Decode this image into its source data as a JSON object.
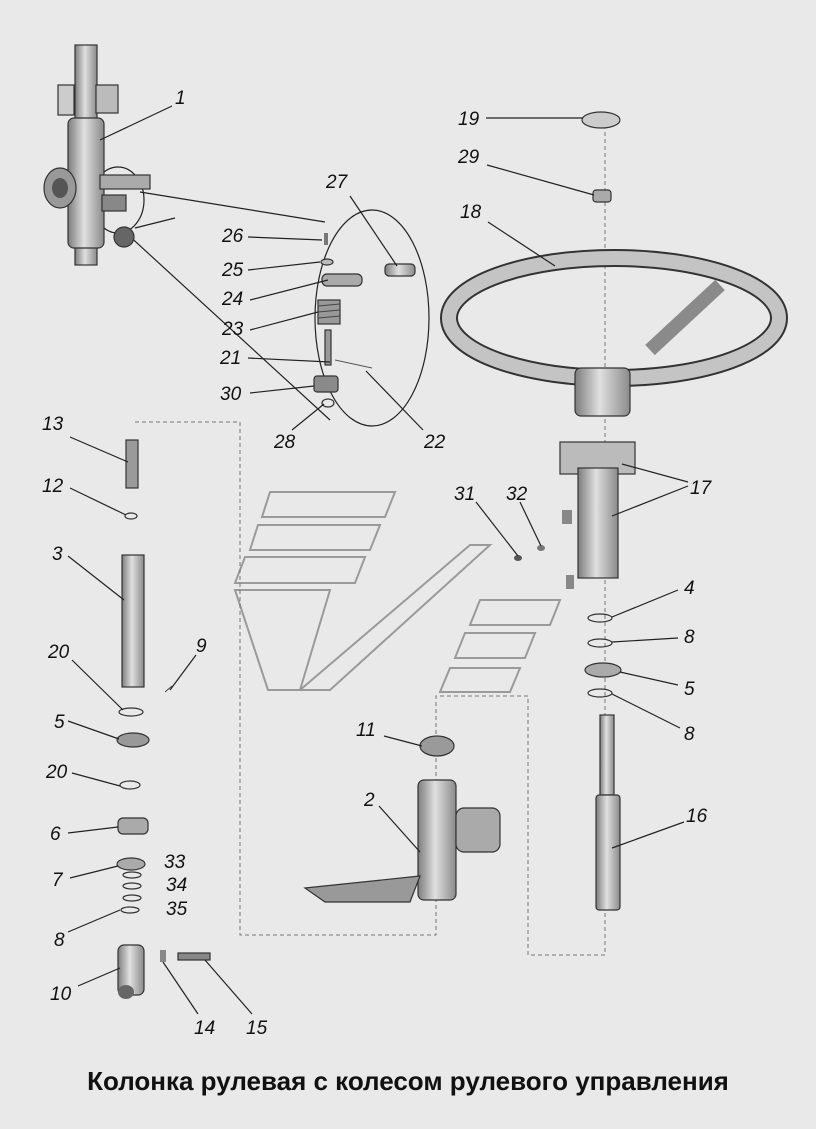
{
  "title": "Колонка рулевая с колесом рулевого управления",
  "callouts": {
    "c1": "1",
    "c2": "2",
    "c3": "3",
    "c4": "4",
    "c5a": "5",
    "c5b": "5",
    "c6": "6",
    "c7": "7",
    "c8a": "8",
    "c8b": "8",
    "c8c": "8",
    "c9": "9",
    "c10": "10",
    "c11": "11",
    "c12": "12",
    "c13": "13",
    "c14": "14",
    "c15": "15",
    "c16": "16",
    "c17": "17",
    "c18": "18",
    "c19": "19",
    "c20a": "20",
    "c20b": "20",
    "c21": "21",
    "c22": "22",
    "c23": "23",
    "c24": "24",
    "c25": "25",
    "c26": "26",
    "c27": "27",
    "c28": "28",
    "c29": "29",
    "c30": "30",
    "c31": "31",
    "c32": "32",
    "c33": "33",
    "c34": "34",
    "c35": "35"
  },
  "colors": {
    "background": "#e9e9e9",
    "part_fill": "#bdbdbd",
    "part_dark": "#8a8a8a",
    "line": "#222222"
  },
  "icons": {
    "watermark": "maz-logo-watermark"
  }
}
